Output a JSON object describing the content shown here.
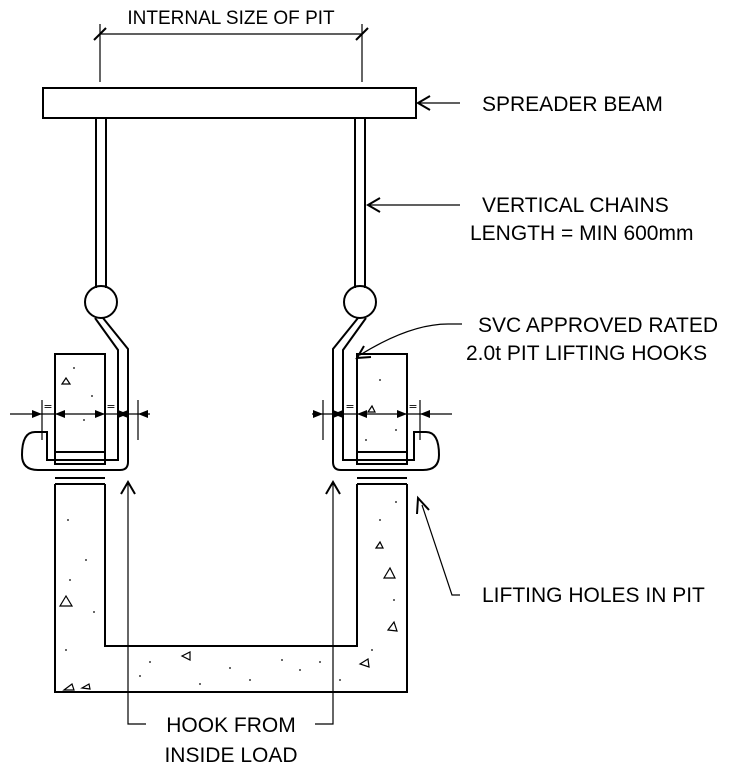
{
  "labels": {
    "internal_size": "INTERNAL SIZE OF PIT",
    "spreader_beam": "SPREADER BEAM",
    "vertical_chains_1": "VERTICAL CHAINS",
    "vertical_chains_2": "LENGTH = MIN 600mm",
    "hooks_1": "SVC APPROVED RATED",
    "hooks_2": "2.0t PIT LIFTING HOOKS",
    "lifting_holes": "LIFTING HOLES IN PIT",
    "hook_from_1": "HOOK FROM",
    "hook_from_2": "INSIDE LOAD",
    "equal": "="
  }
}
